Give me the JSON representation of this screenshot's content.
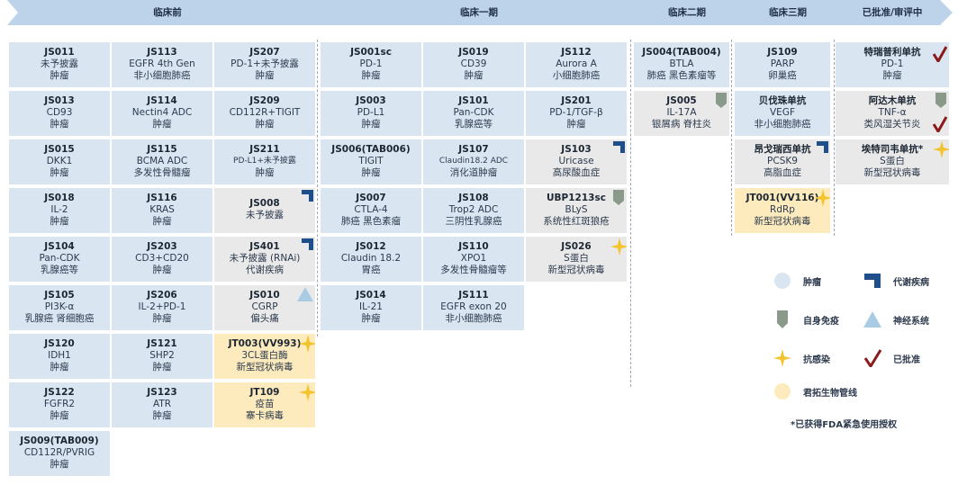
{
  "colors": {
    "header": "#bcd3ea",
    "card_blue": "#d9e6f2",
    "card_grey": "#e9e9e9",
    "card_yellow": "#fdebbd",
    "metabolic_marker": "#1e4f8a",
    "autoimmune_marker": "#8a9a8a",
    "neuro_marker": "#a9cbe3",
    "anti_infection_marker": "#f4c430",
    "approved_marker": "#8b1a1a"
  },
  "phases": [
    {
      "label": "临床前"
    },
    {
      "label": "临床一期"
    },
    {
      "label": "临床二期"
    },
    {
      "label": "临床三期"
    },
    {
      "label": "已批准/审评中"
    }
  ],
  "cards": [
    {
      "code": "JS011",
      "l2": "未予披露",
      "l3": "肿瘤"
    },
    {
      "code": "JS013",
      "l2": "CD93",
      "l3": "肿瘤"
    },
    {
      "code": "JS015",
      "l2": "DKK1",
      "l3": "肿瘤"
    },
    {
      "code": "JS018",
      "l2": "IL-2",
      "l3": "肿瘤"
    },
    {
      "code": "JS104",
      "l2": "Pan-CDK",
      "l3": "乳腺癌等"
    },
    {
      "code": "JS105",
      "l2": "PI3K-α",
      "l3": "乳腺癌 肾细胞癌"
    },
    {
      "code": "JS120",
      "l2": "IDH1",
      "l3": "肿瘤"
    },
    {
      "code": "JS122",
      "l2": "FGFR2",
      "l3": "肿瘤"
    },
    {
      "code": "JS009(TAB009)",
      "l2": "CD112R/PVRIG",
      "l3": "肿瘤"
    },
    {
      "code": "JS113",
      "l2": "EGFR 4th Gen",
      "l3": "非小细胞肺癌"
    },
    {
      "code": "JS114",
      "l2": "Nectin4 ADC",
      "l3": "肿瘤"
    },
    {
      "code": "JS115",
      "l2": "BCMA ADC",
      "l3": "多发性骨髓瘤"
    },
    {
      "code": "JS116",
      "l2": "KRAS",
      "l3": "肿瘤"
    },
    {
      "code": "JS203",
      "l2": "CD3+CD20",
      "l3": "肿瘤"
    },
    {
      "code": "JS206",
      "l2": "IL-2+PD-1",
      "l3": "肿瘤"
    },
    {
      "code": "JS121",
      "l2": "SHP2",
      "l3": "肿瘤"
    },
    {
      "code": "JS123",
      "l2": "ATR",
      "l3": "肿瘤"
    },
    {
      "code": "JS207",
      "l2": "PD-1+未予披露",
      "l3": "肿瘤"
    },
    {
      "code": "JS209",
      "l2": "CD112R+TIGIT",
      "l3": "肿瘤"
    },
    {
      "code": "JS211",
      "l2": "PD-L1+未予披露",
      "l3": "肿瘤"
    },
    {
      "code": "JS008",
      "l2": "未予披露",
      "l3": ""
    },
    {
      "code": "JS401",
      "l2": "未予披露 (RNAi)",
      "l3": "代谢疾病"
    },
    {
      "code": "JS010",
      "l2": "CGRP",
      "l3": "偏头痛"
    },
    {
      "code": "JT003(VV993)",
      "l2": "3CL蛋白酶",
      "l3": "新型冠状病毒"
    },
    {
      "code": "JT109",
      "l2": "疫苗",
      "l3": "寨卡病毒"
    },
    {
      "code": "JS001sc",
      "l2": "PD-1",
      "l3": "肿瘤"
    },
    {
      "code": "JS003",
      "l2": "PD-L1",
      "l3": "肿瘤"
    },
    {
      "code": "JS006(TAB006)",
      "l2": "TIGIT",
      "l3": "肿瘤"
    },
    {
      "code": "JS007",
      "l2": "CTLA-4",
      "l3": "肺癌 黑色素瘤"
    },
    {
      "code": "JS012",
      "l2": "Claudin 18.2",
      "l3": "胃癌"
    },
    {
      "code": "JS014",
      "l2": "IL-21",
      "l3": "肿瘤"
    },
    {
      "code": "JS019",
      "l2": "CD39",
      "l3": "肿瘤"
    },
    {
      "code": "JS101",
      "l2": "Pan-CDK",
      "l3": "乳腺癌等"
    },
    {
      "code": "JS107",
      "l2": "Claudin18.2 ADC",
      "l3": "消化道肿瘤"
    },
    {
      "code": "JS108",
      "l2": "Trop2 ADC",
      "l3": "三阴性乳腺癌"
    },
    {
      "code": "JS110",
      "l2": "XPO1",
      "l3": "多发性骨髓瘤等"
    },
    {
      "code": "JS111",
      "l2": "EGFR exon 20",
      "l3": "非小细胞肺癌"
    },
    {
      "code": "JS112",
      "l2": "Aurora A",
      "l3": "小细胞肺癌"
    },
    {
      "code": "JS201",
      "l2": "PD-1/TGF-β",
      "l3": "肿瘤"
    },
    {
      "code": "JS103",
      "l2": "Uricase",
      "l3": "高尿酸血症"
    },
    {
      "code": "UBP1213sc",
      "l2": "BLyS",
      "l3": "系统性红斑狼疮"
    },
    {
      "code": "JS026",
      "l2": "S蛋白",
      "l3": "新型冠状病毒"
    },
    {
      "code": "JS004(TAB004)",
      "l2": "BTLA",
      "l3": "肺癌 黑色素瘤等"
    },
    {
      "code": "JS005",
      "l2": "IL-17A",
      "l3": "银屑病 脊柱炎"
    },
    {
      "code": "JS109",
      "l2": "PARP",
      "l3": "卵巢癌"
    },
    {
      "code": "贝伐珠单抗",
      "l2": "VEGF",
      "l3": "非小细胞肺癌"
    },
    {
      "code": "昂戈瑞西单抗",
      "l2": "PCSK9",
      "l3": "高脂血症"
    },
    {
      "code": "JT001(VV116)",
      "l2": "RdRp",
      "l3": "新型冠状病毒"
    },
    {
      "code": "特瑞普利单抗",
      "l2": "PD-1",
      "l3": "肿瘤"
    },
    {
      "code": "阿达木单抗",
      "l2": "TNF-α",
      "l3": "类风湿关节炎"
    },
    {
      "code": "埃特司韦单抗*",
      "l2": "S蛋白",
      "l3": "新型冠状病毒"
    }
  ],
  "legend": [
    {
      "label": "肿瘤",
      "icon": "circle-icon"
    },
    {
      "label": "代谢疾病",
      "icon": "corner-icon"
    },
    {
      "label": "自身免疫",
      "icon": "shield-icon"
    },
    {
      "label": "神经系统",
      "icon": "triangle-icon"
    },
    {
      "label": "抗感染",
      "icon": "star-icon"
    },
    {
      "label": "已批准",
      "icon": "check-icon"
    },
    {
      "label": "君拓生物管线",
      "icon": "yellow-circle-icon"
    }
  ],
  "footnote": "*已获得FDA紧急使用授权"
}
